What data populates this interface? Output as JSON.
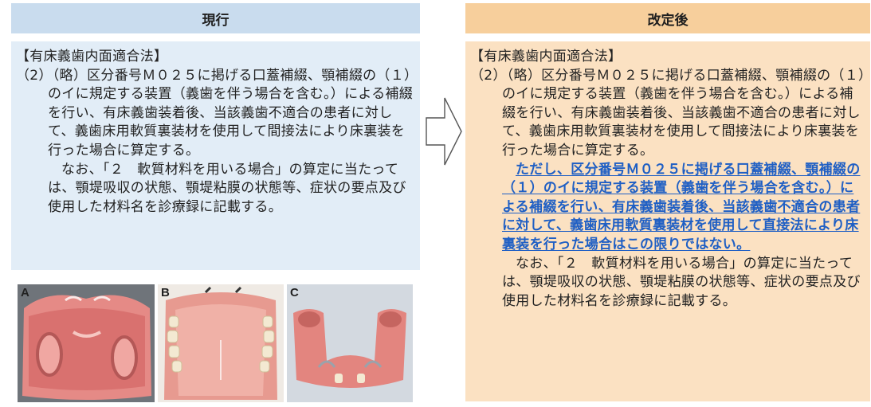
{
  "headers": {
    "current": "現行",
    "revised": "改定後"
  },
  "left_panel": {
    "title": "【有床義歯内面適合法】",
    "item_number": "（2）",
    "item_text": "（略）区分番号Ｍ０２５に掲げる口蓋補綴、顎補綴の（１）のイに規定する装置（義歯を伴う場合を含む。）による補綴を行い、有床義歯装着後、当該義歯不適合の患者に対して、義歯床用軟質裏装材を使用して間接法により床裏装を行った場合に算定する。",
    "note_text": "なお、「２　軟質材料を用いる場合」の算定に当たっては、顎堤吸収の状態、顎堤粘膜の状態等、症状の要点及び使用した材料名を診療録に記載する。"
  },
  "right_panel": {
    "title": "【有床義歯内面適合法】",
    "item_number": "（2）",
    "item_text": "（略）区分番号Ｍ０２５に掲げる口蓋補綴、顎補綴の（１）のイに規定する装置（義歯を伴う場合を含む。）による補綴を行い、有床義歯装着後、当該義歯不適合の患者に対して、義歯床用軟質裏装材を使用して間接法により床裏装を行った場合に算定する。",
    "added_text": "ただし、区分番号Ｍ０２５に掲げる口蓋補綴、顎補綴の（１）のイに規定する装置（義歯を伴う場合を含む。）による補綴を行い、有床義歯装着後、当該義歯不適合の患者に対して、義歯床用軟質裏装材を使用して直接法により床裏装を行った場合はこの限りではない。",
    "note_text": "なお、「２　軟質材料を用いる場合」の算定に当たっては、顎堤吸収の状態、顎堤粘膜の状態等、症状の要点及び使用した材料名を診療録に記載する。"
  },
  "photos": [
    {
      "label": "A",
      "icon": "denture-palate-photo"
    },
    {
      "label": "B",
      "icon": "denture-teeth-photo"
    },
    {
      "label": "C",
      "icon": "denture-side-photo"
    }
  ],
  "colors": {
    "header_current": "#c9dcee",
    "header_revised": "#f7cf9c",
    "panel_current": "#e2edf7",
    "panel_revised": "#fbe1c2",
    "changed_text": "#1f5fc4"
  }
}
